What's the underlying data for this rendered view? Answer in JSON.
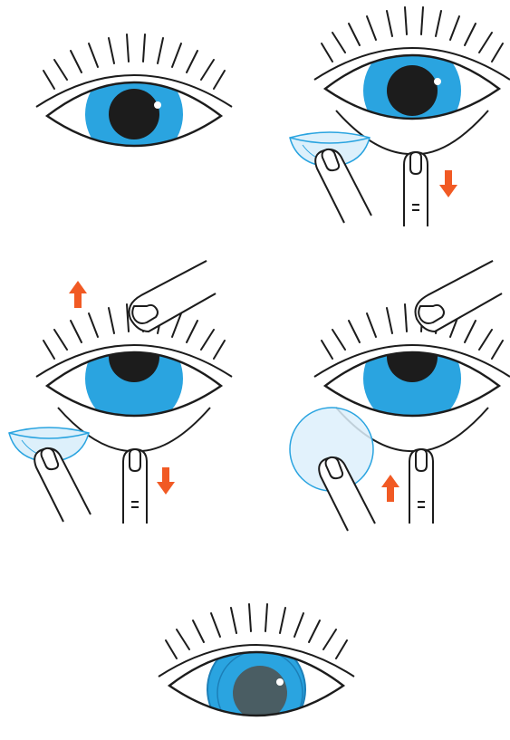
{
  "title": "",
  "colors": {
    "outline": "#1c1c1c",
    "iris": "#2aa4e0",
    "pupil": "#1c1c1c",
    "highlight": "#ffffff",
    "arrow": "#f15a24",
    "lens_fill": "#ddf0fb",
    "lens_edge": "#2aa4e0",
    "lens_pupil": "#4a5d63",
    "skin": "#ffffff"
  },
  "steps": [
    {
      "name": "eye-open",
      "arrows": []
    },
    {
      "name": "pull-lower-lid",
      "arrows": [
        "down"
      ]
    },
    {
      "name": "hold-both-lids",
      "arrows": [
        "up",
        "down"
      ]
    },
    {
      "name": "place-lens",
      "arrows": [
        "up"
      ]
    },
    {
      "name": "lens-in-place",
      "arrows": []
    }
  ]
}
